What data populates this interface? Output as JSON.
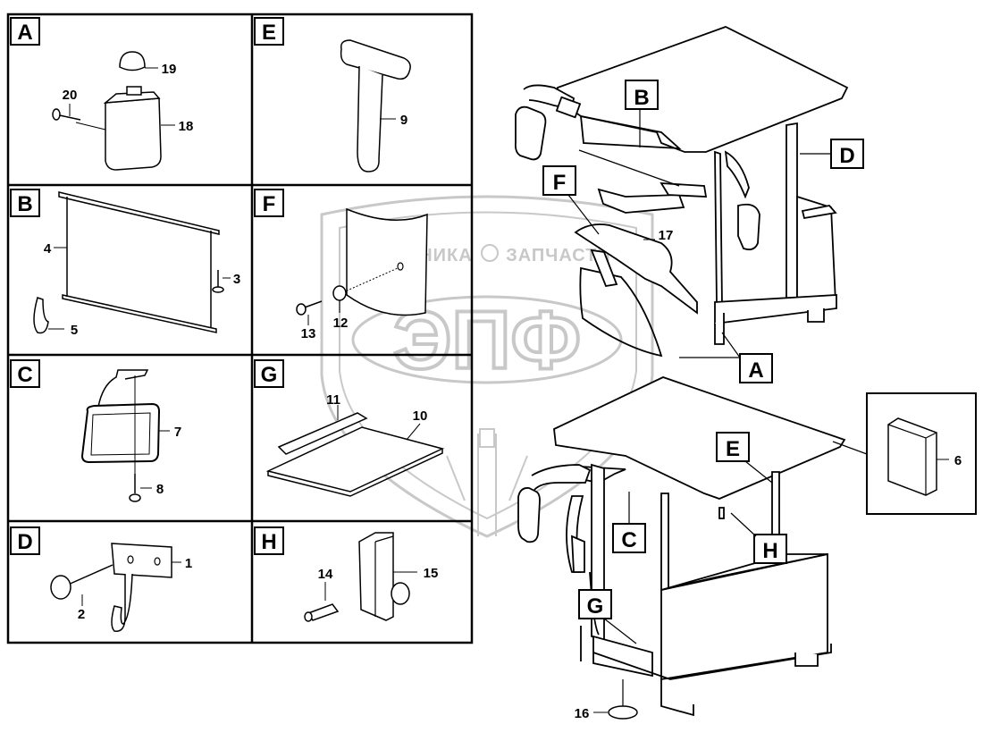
{
  "watermark": {
    "left_text": "ТЕХНИКА",
    "right_text": "ЗАПЧАСТИ",
    "emblem_text": "ЭПФ",
    "color": "#c8c8c8"
  },
  "panels": [
    {
      "letter": "A",
      "callouts": [
        "19",
        "20",
        "18"
      ]
    },
    {
      "letter": "E",
      "callouts": [
        "9"
      ]
    },
    {
      "letter": "B",
      "callouts": [
        "4",
        "3",
        "5"
      ]
    },
    {
      "letter": "F",
      "callouts": [
        "13",
        "12"
      ]
    },
    {
      "letter": "C",
      "callouts": [
        "7",
        "8"
      ]
    },
    {
      "letter": "G",
      "callouts": [
        "11",
        "10"
      ]
    },
    {
      "letter": "D",
      "callouts": [
        "1",
        "2"
      ]
    },
    {
      "letter": "H",
      "callouts": [
        "14",
        "15"
      ]
    }
  ],
  "cab_upper": {
    "labels": [
      "B",
      "F",
      "D",
      "A"
    ],
    "callouts": [
      "17"
    ]
  },
  "cab_lower": {
    "labels": [
      "E",
      "C",
      "H",
      "G"
    ],
    "callouts": [
      "6",
      "16"
    ]
  },
  "colors": {
    "line": "#000000",
    "fill": "#ffffff"
  }
}
